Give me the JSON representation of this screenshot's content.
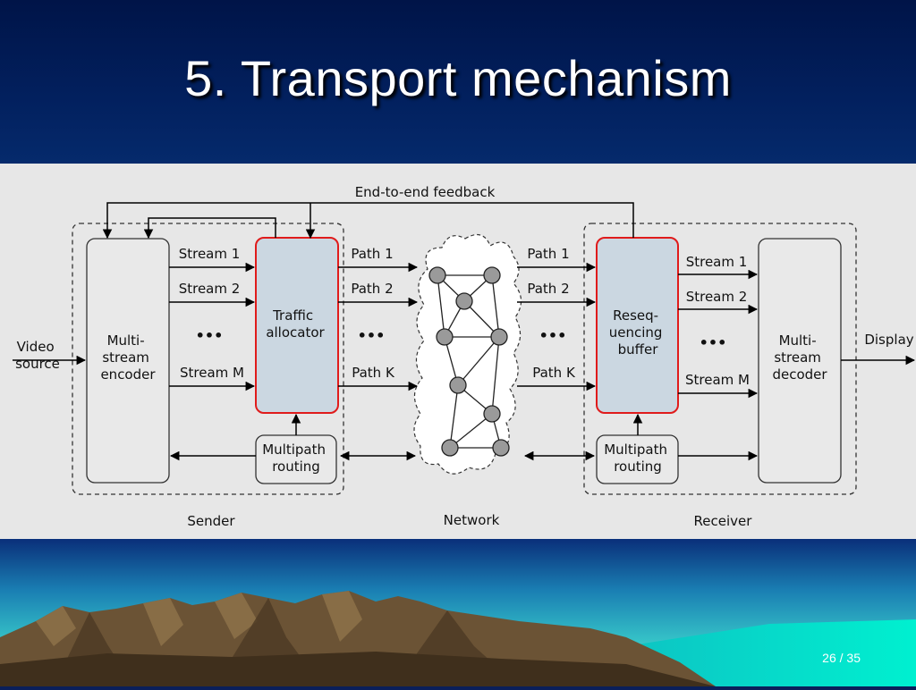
{
  "slide": {
    "title": "5. Transport mechanism",
    "page": "26 / 35"
  },
  "diagram": {
    "feedback_label": "End-to-end feedback",
    "video_source": [
      "Video",
      "source"
    ],
    "display_label": "Display",
    "encoder_label": [
      "Multi-",
      "stream",
      "encoder"
    ],
    "traffic_allocator_label": [
      "Traffic",
      "allocator"
    ],
    "resequencing_label": [
      "Reseq-",
      "uencing",
      "buffer"
    ],
    "decoder_label": [
      "Multi-",
      "stream",
      "decoder"
    ],
    "multipath_routing_label": [
      "Multipath",
      "routing"
    ],
    "sender_streams": [
      "Stream 1",
      "Stream 2",
      "Stream M"
    ],
    "receiver_streams": [
      "Stream 1",
      "Stream 2",
      "Stream M"
    ],
    "sender_paths": [
      "Path 1",
      "Path 2",
      "Path K"
    ],
    "receiver_paths": [
      "Path 1",
      "Path 2",
      "Path K"
    ],
    "ellipsis": "•••",
    "region_labels": {
      "sender": "Sender",
      "network": "Network",
      "receiver": "Receiver"
    },
    "colors": {
      "block_fill": "#e9e9e9",
      "highlight_fill": "#cbd7e1",
      "highlight_stroke": "#e01b1b",
      "node_fill": "#9a9a9a"
    }
  }
}
